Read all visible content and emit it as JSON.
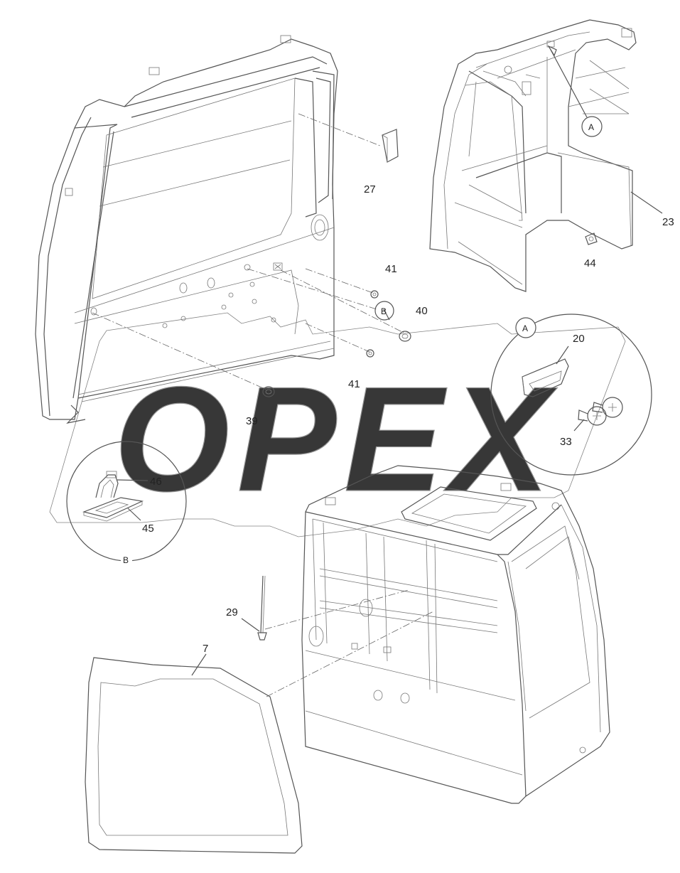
{
  "watermark": {
    "text": "OPEX"
  },
  "corner_mark": "",
  "callouts": {
    "p7": "7",
    "p20": "20",
    "p23": "23",
    "p27": "27",
    "p29": "29",
    "p33": "33",
    "p39": "39",
    "p40": "40",
    "p41a": "41",
    "p41b": "41",
    "p44": "44",
    "p45": "45",
    "p46": "46"
  },
  "detail_refs": {
    "A_in_view": "A",
    "A_detail": "A",
    "B_in_view": "B",
    "B_detail": "B"
  }
}
